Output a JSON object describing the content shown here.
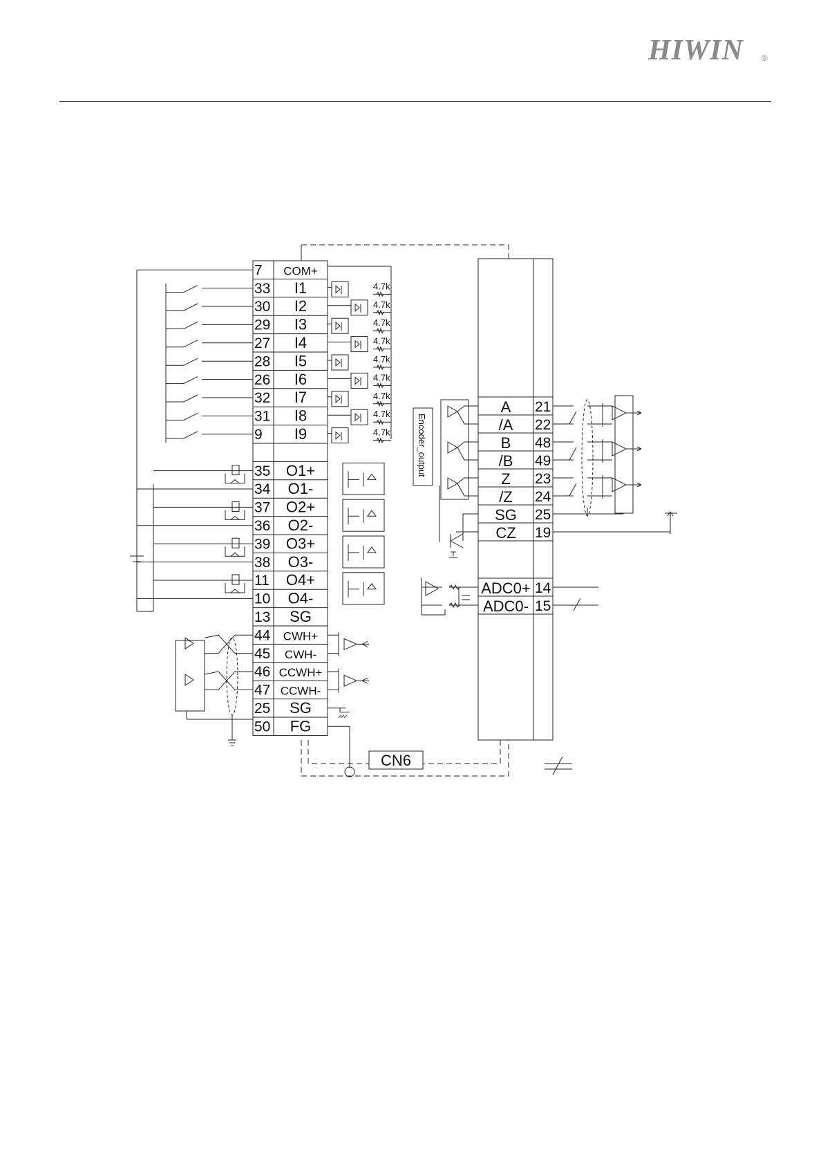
{
  "header": {
    "logo_text": "HIWIN",
    "logo_mark": "®"
  },
  "left_connector": {
    "rows": [
      {
        "pin": "7",
        "signal": "COM+"
      },
      {
        "pin": "33",
        "signal": "I1"
      },
      {
        "pin": "30",
        "signal": "I2"
      },
      {
        "pin": "29",
        "signal": "I3"
      },
      {
        "pin": "27",
        "signal": "I4"
      },
      {
        "pin": "28",
        "signal": "I5"
      },
      {
        "pin": "26",
        "signal": "I6"
      },
      {
        "pin": "32",
        "signal": "I7"
      },
      {
        "pin": "31",
        "signal": "I8"
      },
      {
        "pin": "9",
        "signal": "I9"
      },
      {
        "pin": "",
        "signal": ""
      },
      {
        "pin": "35",
        "signal": "O1+"
      },
      {
        "pin": "34",
        "signal": "O1-"
      },
      {
        "pin": "37",
        "signal": "O2+"
      },
      {
        "pin": "36",
        "signal": "O2-"
      },
      {
        "pin": "39",
        "signal": "O3+"
      },
      {
        "pin": "38",
        "signal": "O3-"
      },
      {
        "pin": "11",
        "signal": "O4+"
      },
      {
        "pin": "10",
        "signal": "O4-"
      },
      {
        "pin": "13",
        "signal": "SG"
      },
      {
        "pin": "44",
        "signal": "CWH+"
      },
      {
        "pin": "45",
        "signal": "CWH-"
      },
      {
        "pin": "46",
        "signal": "CCWH+"
      },
      {
        "pin": "47",
        "signal": "CCWH-"
      },
      {
        "pin": "25",
        "signal": "SG"
      },
      {
        "pin": "50",
        "signal": "FG"
      }
    ],
    "resistor_labels": [
      "4.7k",
      "4.7k",
      "4.7k",
      "4.7k",
      "4.7k",
      "4.7k",
      "4.7k",
      "4.7k",
      "4.7k"
    ]
  },
  "right_connector": {
    "encoder_label": "Encoder_output",
    "rows": [
      {
        "signal": "A",
        "pin": "21"
      },
      {
        "signal": "/A",
        "pin": "22"
      },
      {
        "signal": "B",
        "pin": "48"
      },
      {
        "signal": "/B",
        "pin": "49"
      },
      {
        "signal": "Z",
        "pin": "23"
      },
      {
        "signal": "/Z",
        "pin": "24"
      },
      {
        "signal": "SG",
        "pin": "25"
      },
      {
        "signal": "CZ",
        "pin": "19"
      },
      {
        "signal": "ADC0+",
        "pin": "14"
      },
      {
        "signal": "ADC0-",
        "pin": "15"
      }
    ]
  },
  "cable_label": "CN6"
}
